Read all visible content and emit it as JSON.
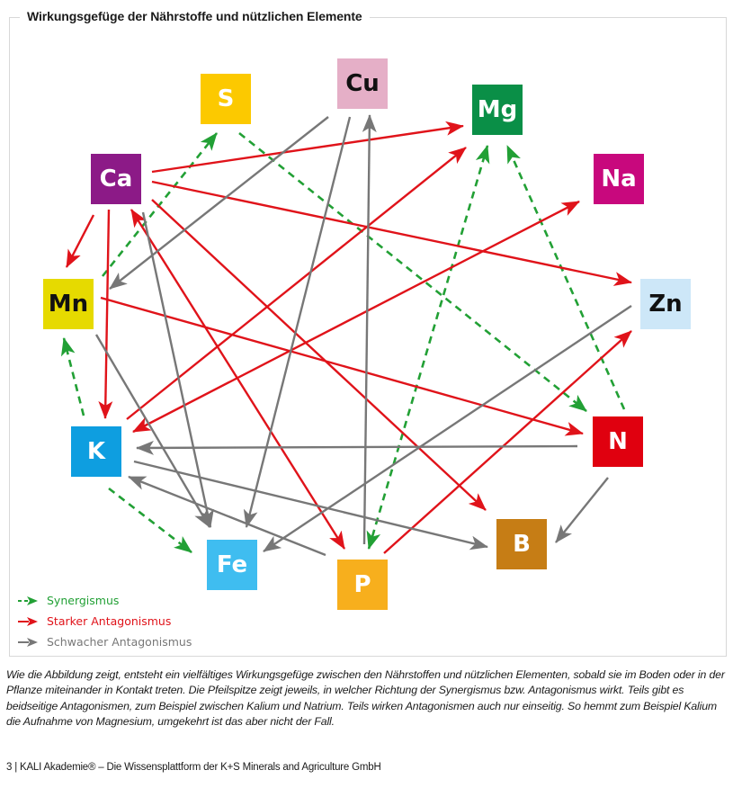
{
  "title": "Wirkungsgefüge der Nährstoffe und nützlichen Elemente",
  "colors": {
    "synergism": "#22a035",
    "strong_antagonism": "#e0131a",
    "weak_antagonism": "#777777"
  },
  "elements": {
    "S": {
      "label": "S",
      "bg": "#fcc900",
      "fg": "#ffffff"
    },
    "Cu": {
      "label": "Cu",
      "bg": "#e5afc7",
      "fg": "#111111"
    },
    "Mg": {
      "label": "Mg",
      "bg": "#0a8f47",
      "fg": "#ffffff"
    },
    "Ca": {
      "label": "Ca",
      "bg": "#8c1a87",
      "fg": "#ffffff"
    },
    "Na": {
      "label": "Na",
      "bg": "#c8087d",
      "fg": "#ffffff"
    },
    "Mn": {
      "label": "Mn",
      "bg": "#e6da00",
      "fg": "#111111"
    },
    "Zn": {
      "label": "Zn",
      "bg": "#cde7f8",
      "fg": "#111111"
    },
    "K": {
      "label": "K",
      "bg": "#0e9ee0",
      "fg": "#ffffff"
    },
    "N": {
      "label": "N",
      "bg": "#e0000f",
      "fg": "#ffffff"
    },
    "Fe": {
      "label": "Fe",
      "bg": "#3fbdf0",
      "fg": "#ffffff"
    },
    "B": {
      "label": "B",
      "bg": "#c67d15",
      "fg": "#ffffff"
    },
    "P": {
      "label": "P",
      "bg": "#f7af1d",
      "fg": "#ffffff"
    }
  },
  "relations": [
    {
      "from": "Ca",
      "to": "S",
      "type": "synergism"
    },
    {
      "from": "S",
      "to": "N",
      "type": "synergism"
    },
    {
      "from": "P",
      "to": "Mg",
      "type": "synergism"
    },
    {
      "from": "N",
      "to": "Mg",
      "type": "synergism"
    },
    {
      "from": "Mg",
      "to": "P",
      "type": "synergism"
    },
    {
      "from": "K",
      "to": "Mn",
      "type": "synergism"
    },
    {
      "from": "K",
      "to": "Fe",
      "type": "synergism"
    },
    {
      "from": "Ca",
      "to": "Mg",
      "type": "strong_antagonism"
    },
    {
      "from": "Ca",
      "to": "Zn",
      "type": "strong_antagonism"
    },
    {
      "from": "Ca",
      "to": "Mn",
      "type": "strong_antagonism"
    },
    {
      "from": "Ca",
      "to": "K",
      "type": "strong_antagonism"
    },
    {
      "from": "Ca",
      "to": "B",
      "type": "strong_antagonism"
    },
    {
      "from": "P",
      "to": "Ca",
      "type": "strong_antagonism"
    },
    {
      "from": "Ca",
      "to": "P",
      "type": "strong_antagonism"
    },
    {
      "from": "K",
      "to": "Mg",
      "type": "strong_antagonism"
    },
    {
      "from": "K",
      "to": "Na",
      "type": "strong_antagonism"
    },
    {
      "from": "Na",
      "to": "K",
      "type": "strong_antagonism"
    },
    {
      "from": "Mn",
      "to": "N",
      "type": "strong_antagonism"
    },
    {
      "from": "P",
      "to": "Zn",
      "type": "strong_antagonism"
    },
    {
      "from": "Cu",
      "to": "Mn",
      "type": "weak_antagonism"
    },
    {
      "from": "Cu",
      "to": "Fe",
      "type": "weak_antagonism"
    },
    {
      "from": "P",
      "to": "Cu",
      "type": "weak_antagonism"
    },
    {
      "from": "Ca",
      "to": "Fe",
      "type": "weak_antagonism"
    },
    {
      "from": "Mn",
      "to": "Fe",
      "type": "weak_antagonism"
    },
    {
      "from": "N",
      "to": "K",
      "type": "weak_antagonism"
    },
    {
      "from": "N",
      "to": "B",
      "type": "weak_antagonism"
    },
    {
      "from": "K",
      "to": "B",
      "type": "weak_antagonism"
    },
    {
      "from": "P",
      "to": "K",
      "type": "weak_antagonism"
    },
    {
      "from": "Zn",
      "to": "Fe",
      "type": "weak_antagonism"
    }
  ],
  "legend": [
    {
      "key": "synergism",
      "label": "Synergismus"
    },
    {
      "key": "strong_antagonism",
      "label": "Starker Antagonismus"
    },
    {
      "key": "weak_antagonism",
      "label": "Schwacher Antagonismus"
    }
  ],
  "caption": "Wie die Abbildung zeigt, entsteht ein vielfältiges Wirkungsgefüge zwischen den Nährstoffen und nützlichen Elementen, sobald sie im Boden oder in der Pflanze miteinander in Kontakt treten. Die Pfeilspitze zeigt jeweils, in welcher Richtung der Synergismus bzw. Antagonismus wirkt. Teils gibt es beidseitige Antagonismen, zum Beispiel zwischen Kalium und Natrium. Teils wirken Antagonismen auch nur einseitig. So hemmt zum Beispiel Kalium die Aufnahme von Magnesium, umgekehrt ist das aber nicht der Fall.",
  "footer": "3  |  KALI Akademie® – Die Wissensplattform der K+S Minerals and Agriculture GmbH"
}
